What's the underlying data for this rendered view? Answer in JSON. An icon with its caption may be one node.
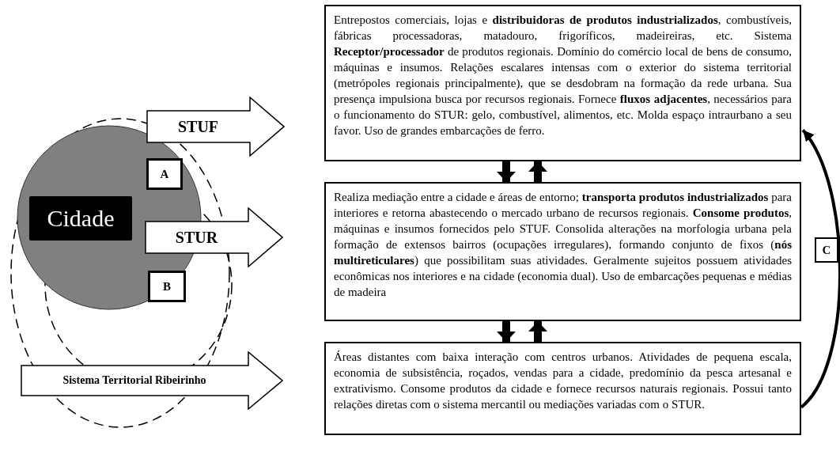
{
  "diagram": {
    "nodes": [
      {
        "text": [
          "Cidade"
        ]
      },
      {
        "text": [
          "A"
        ]
      },
      {
        "text": [
          "B"
        ]
      },
      {
        "text": [
          "STUF"
        ]
      },
      {
        "text": [
          "STUR"
        ]
      },
      {
        "text": [
          "Sistema Territorial Ribeirinho"
        ]
      },
      {
        "text": [
          "Entrepostos comerciais, lojas e **distribuidoras de produtos industrializados**, combustíveis, fábricas processadoras, matadouro, frigoríficos, madeireiras, etc. Sistema **Receptor/processador** de produtos regionais. Domínio do comércio local de bens de consumo, máquinas e insumos. Relações escalares intensas com o exterior do sistema territorial (metrópoles regionais principalmente), que se desdobram na formação da rede urbana. Sua presença impulsiona busca por recursos regionais. Fornece **fluxos adjacentes**, necessários para o funcionamento do STUR: gelo, combustível, alimentos, etc. Molda espaço intraurbano a seu favor. Uso de grandes embarcações de ferro."
        ]
      },
      {
        "text": [
          "Realiza mediação entre a cidade e áreas de entorno; **transporta produtos industrializados** para interiores e retorna abastecendo o mercado urbano de recursos regionais. **Consome produtos**, máquinas e insumos fornecidos pelo STUF. Consolida alterações na morfologia urbana pela formação de extensos bairros (ocupações irregulares), formando conjunto de fixos (**nós multireticulares**) que possibilitam suas atividades. Geralmente sujeitos possuem atividades econômicas nos interiores e na cidade (economia dual). Uso de embarcações pequenas e médias de madeira"
        ]
      },
      {
        "text": [
          "Áreas distantes com baixa interação com centros urbanos. Atividades de pequena escala, economia de subsistência, roçados, vendas para a cidade, predomínio da pesca artesanal e extrativismo. Consome produtos da cidade e fornece recursos naturais regionais. Possui tanto relações diretas com o sistema mercantil ou mediações variadas com o STUR."
        ]
      }
    ],
    "edges": [
      {
        "from": 6,
        "to": 7,
        "arrow": "to"
      },
      {
        "from": 7,
        "to": 6,
        "arrow": "to"
      },
      {
        "from": 7,
        "to": 8,
        "arrow": "to"
      },
      {
        "from": 8,
        "to": 7,
        "arrow": "to"
      },
      {
        "from": 8,
        "to": 6,
        "arrow": "to",
        "label": "C"
      }
    ]
  }
}
